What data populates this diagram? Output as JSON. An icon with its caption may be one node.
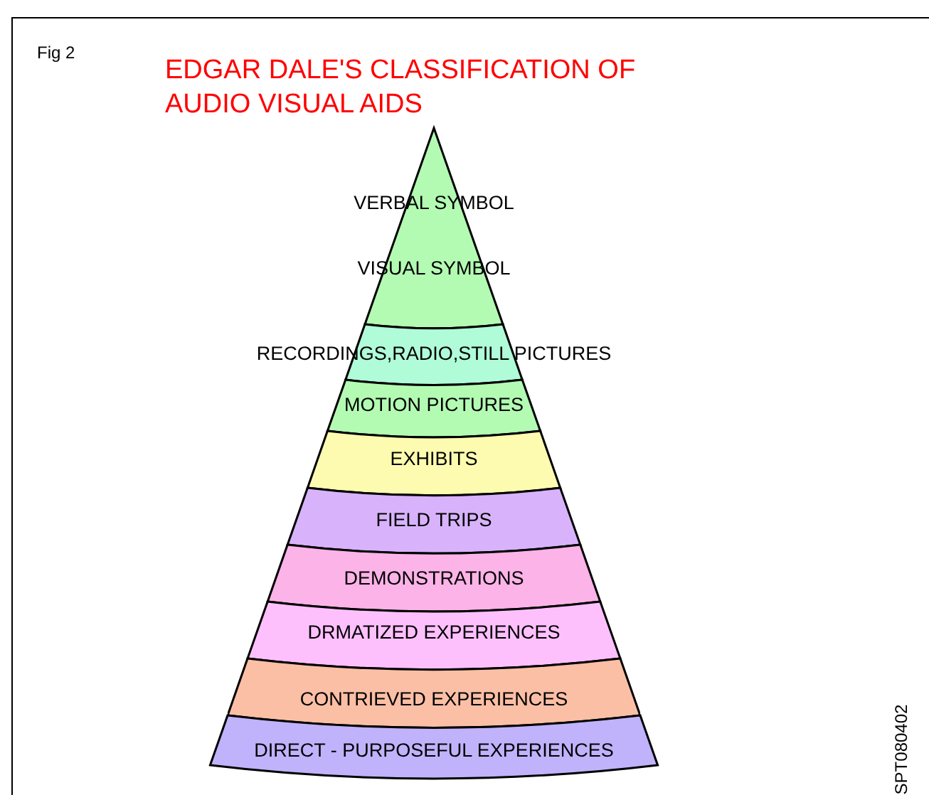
{
  "diagram": {
    "title": "EDGAR DALE'S CLASSIFICATION OF AUDIO VISUAL AIDS",
    "nodes": [
      {
        "text": [
          "VERBAL SYMBOL",
          "VISUAL SYMBOL"
        ]
      },
      {
        "text": [
          "RECORDINGS,RADIO,STILL PICTURES"
        ]
      },
      {
        "text": [
          "MOTION PICTURES"
        ]
      },
      {
        "text": [
          "EXHIBITS"
        ]
      },
      {
        "text": [
          "FIELD TRIPS"
        ]
      },
      {
        "text": [
          "DEMONSTRATIONS"
        ]
      },
      {
        "text": [
          "DRMATIZED EXPERIENCES"
        ]
      },
      {
        "text": [
          "CONTRIEVED EXPERIENCES"
        ]
      },
      {
        "text": [
          "DIRECT - PURPOSEFUL EXPERIENCES"
        ]
      }
    ],
    "labels": [
      "Fig 2",
      "SPT080402"
    ]
  }
}
